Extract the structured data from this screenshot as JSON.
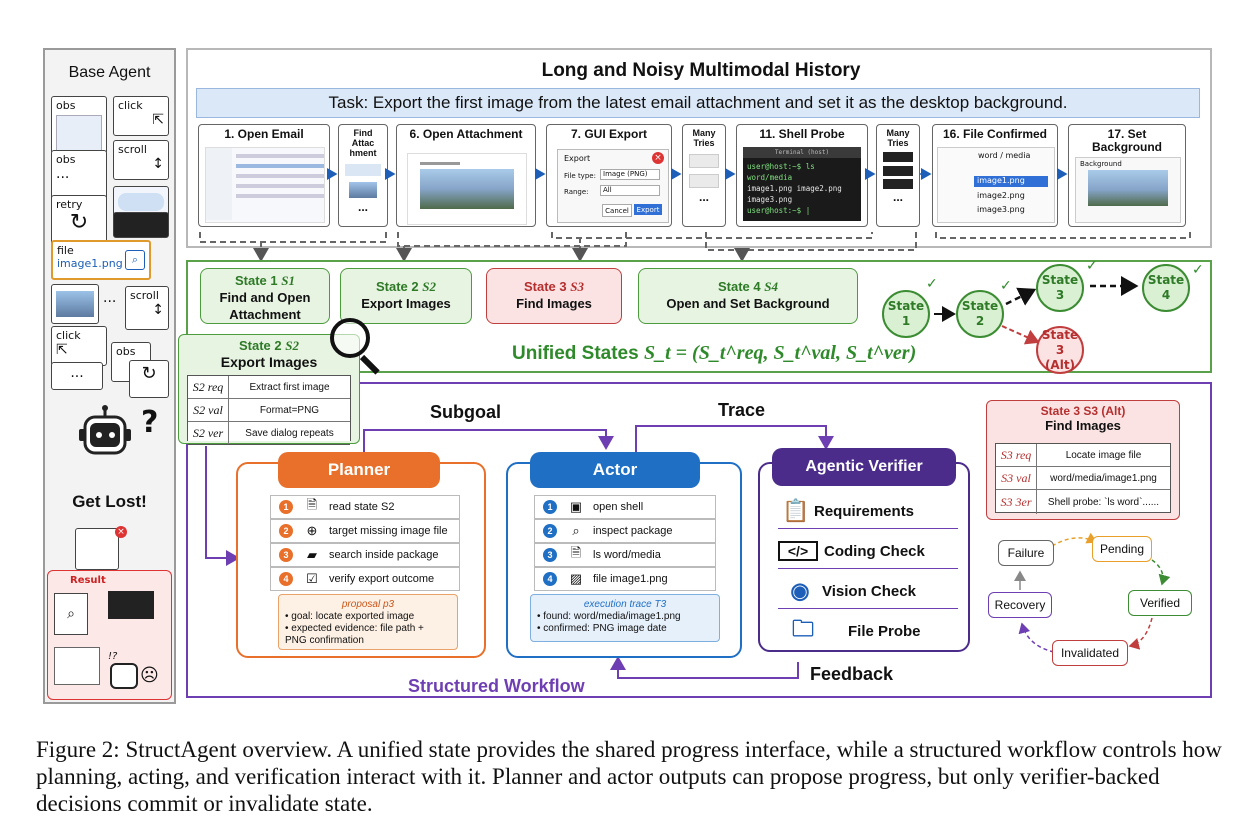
{
  "base_agent": {
    "title": "Base Agent",
    "tiles": [
      "obs",
      "click",
      "scroll",
      "obs",
      "...",
      "retry",
      "file",
      "image1.png",
      "...",
      "scroll",
      "click",
      "obs",
      "..."
    ],
    "get_lost": "Get Lost!",
    "question": "?",
    "result_label": "Result",
    "confused": "!?"
  },
  "history": {
    "title": "Long and Noisy Multimodal History",
    "task": "Task: Export the first image from the latest email attachment and set it as the desktop background.",
    "steps": [
      {
        "label": "1. Open Email"
      },
      {
        "label": "Find Attac hment"
      },
      {
        "label": "6. Open Attachment"
      },
      {
        "label": "7. GUI Export"
      },
      {
        "label": "Many Tries"
      },
      {
        "label": "11. Shell Probe"
      },
      {
        "label": "Many Tries"
      },
      {
        "label": "16. File Confirmed"
      },
      {
        "label": "17. Set Background"
      }
    ],
    "export_dialog": {
      "title": "Export",
      "file_type_label": "File type:",
      "file_type_value": "Image (PNG)",
      "range_label": "Range:",
      "range_value": "All",
      "cancel": "Cancel",
      "export": "Export"
    },
    "terminal": {
      "window_title": "Terminal (host)",
      "lines": [
        "user@host:~$ ls word/media",
        "image1.png  image2.png",
        "image3.png",
        "user@host:~$ |"
      ]
    },
    "file_window": {
      "path": "word / media",
      "files": [
        "image1.png",
        "image2.png",
        "image3.png"
      ]
    },
    "bg_window": {
      "title": "Background"
    }
  },
  "states": {
    "boxes": [
      {
        "name": "State 1",
        "sym": "S1",
        "line1": "Find and Open",
        "line2": "Attachment"
      },
      {
        "name": "State 2",
        "sym": "S2",
        "line1": "Export Images",
        "line2": ""
      },
      {
        "name": "State 3",
        "sym": "S3",
        "line1": "Find Images",
        "line2": ""
      },
      {
        "name": "State 4",
        "sym": "S4",
        "line1": "Open and Set Background",
        "line2": ""
      }
    ],
    "unified_label": "Unified States",
    "formula": "S_t = (S_t^req, S_t^val, S_t^ver)",
    "graph_nodes": [
      {
        "line1": "State",
        "line2": "1"
      },
      {
        "line1": "State",
        "line2": "2"
      },
      {
        "line1": "State",
        "line2": "3"
      },
      {
        "line1": "State",
        "line2": "4"
      },
      {
        "line1": "State 3",
        "line2": "(Alt)"
      }
    ],
    "check": "✓",
    "zoom_card": {
      "title_name": "State 2",
      "title_sym": "S2",
      "subtitle": "Export Images",
      "rows": [
        {
          "key": "S2 req",
          "value": "Extract first image"
        },
        {
          "key": "S2 val",
          "value": "Format=PNG"
        },
        {
          "key": "S2 ver",
          "value": "Save dialog repeats"
        }
      ]
    }
  },
  "workflow": {
    "label": "Structured Workflow",
    "subgoal": "Subgoal",
    "trace": "Trace",
    "feedback": "Feedback",
    "planner": {
      "title": "Planner",
      "steps": [
        "read state S2",
        "target missing image file",
        "search inside package",
        "verify export outcome"
      ],
      "proposal_title": "proposal p3",
      "proposal_lines": [
        "• goal:  locate exported image",
        "• expected evidence: file path +",
        "   PNG confirmation"
      ]
    },
    "actor": {
      "title": "Actor",
      "steps": [
        "open shell",
        "inspect package",
        "ls word/media",
        "file image1.png"
      ],
      "trace_title": "execution trace T3",
      "trace_lines": [
        "• found: word/media/image1.png",
        "• confirmed: PNG image date"
      ]
    },
    "verifier": {
      "title": "Agentic Verifier",
      "items": [
        "Requirements",
        "Coding Check",
        "Vision Check",
        "File Probe"
      ]
    },
    "alt_card": {
      "title": "State 3 S3 (Alt)",
      "subtitle": "Find Images",
      "rows": [
        {
          "key": "S3 req",
          "value": "Locate image file"
        },
        {
          "key": "S3 val",
          "value": "word/media/image1.png"
        },
        {
          "key": "S3 3er",
          "value": "Shell probe: `ls word`......"
        }
      ]
    },
    "lifecycle": [
      "Failure",
      "Pending",
      "Verified",
      "Invalidated",
      "Recovery"
    ]
  },
  "caption": "Figure 2: StructAgent overview. A unified state provides the shared progress interface, while a structured workflow controls how planning, acting, and verification interact with it. Planner and actor outputs can propose progress, but only verifier-backed decisions commit or invalidate state.",
  "colors": {
    "planner": "#e8702a",
    "actor": "#1f6fc5",
    "verifier": "#4b2c8a",
    "state_green": "#4c9c3e",
    "state_red": "#c13e3e",
    "workflow_purple": "#6e3fb2"
  }
}
